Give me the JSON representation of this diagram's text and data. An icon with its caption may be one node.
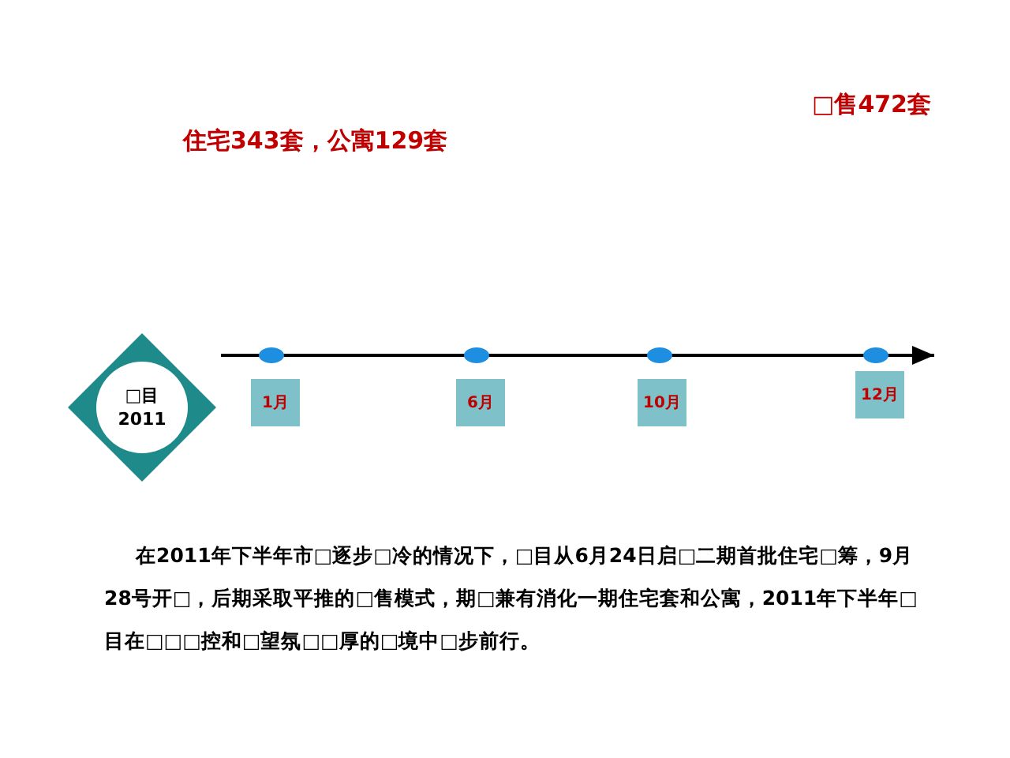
{
  "diagram": {
    "nodes": [
      {
        "text": [
          "□目",
          "2011"
        ]
      },
      {
        "text": [
          "1月"
        ]
      },
      {
        "text": [
          "6月"
        ]
      },
      {
        "text": [
          "10月"
        ]
      },
      {
        "text": [
          "12月"
        ]
      }
    ],
    "labels": [
      "□售472套",
      "住宅343套，公寓129套",
      "在2011年下半年市□逐步□冷的情况下，□目从6月24日启□二期首批住宅□筹，9月28号开□，后期采取平推的□售模式，期□兼有消化一期住宅套和公寓，2011年下半年□目在□□□控和□望氛□□厚的□境中□步前行。"
    ]
  }
}
